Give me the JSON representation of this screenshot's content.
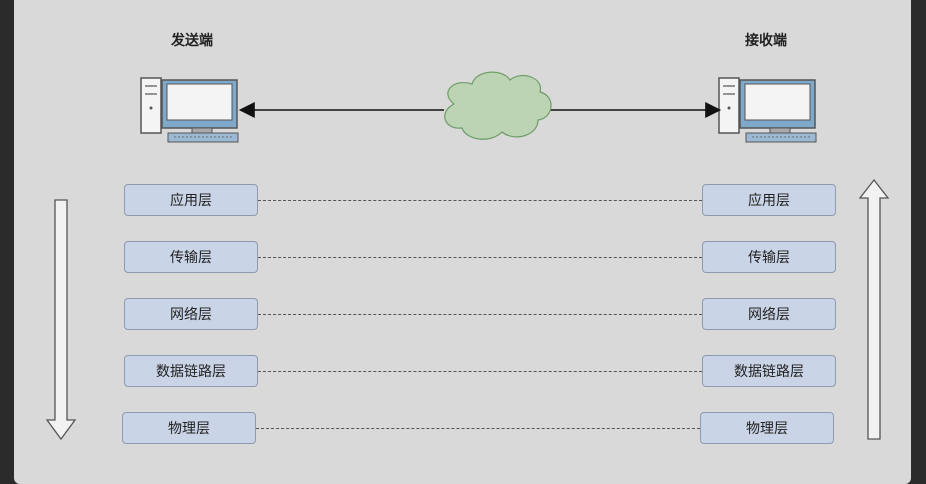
{
  "sender": {
    "label": "发送端",
    "layers": [
      "应用层",
      "传输层",
      "网络层",
      "数据链路层",
      "物理层"
    ]
  },
  "receiver": {
    "label": "接收端",
    "layers": [
      "应用层",
      "传输层",
      "网络层",
      "数据链路层",
      "物理层"
    ]
  },
  "colors": {
    "layer_fill": "#c9d4e6",
    "cloud_fill": "#bcd4b4",
    "background": "#d9d9d9"
  },
  "icons": [
    "computer-icon",
    "cloud-icon",
    "arrow-down-icon",
    "arrow-up-icon"
  ]
}
